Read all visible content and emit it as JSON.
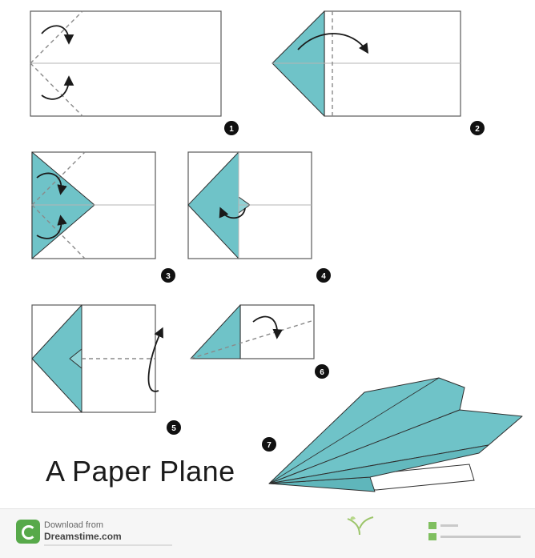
{
  "title": "A Paper Plane",
  "steps": [
    "1",
    "2",
    "3",
    "4",
    "5",
    "6",
    "7"
  ],
  "footer": {
    "download_text": "Download from",
    "site_name": "Dreamstime.com"
  },
  "colors": {
    "paper_fold": "#6fc3c8",
    "outline": "#2f2f2f",
    "fold_line": "#8a8a8a"
  }
}
